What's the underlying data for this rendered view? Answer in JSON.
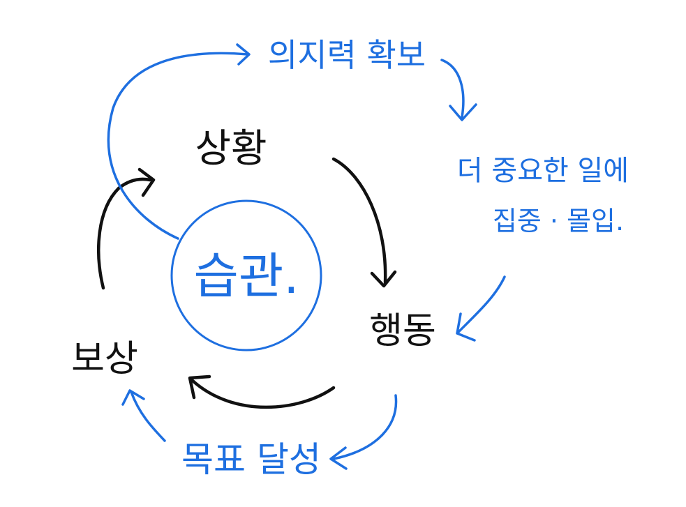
{
  "colors": {
    "ink_black": "#111111",
    "ink_blue": "#1E6FE0",
    "background": "#ffffff"
  },
  "center": {
    "label": "습관."
  },
  "cycle": {
    "situation": "상황",
    "action": "행동",
    "reward": "보상"
  },
  "side": {
    "willpower": "의지력 확보",
    "focus_line1": "더 중요한 일에",
    "focus_line2": "집중 · 몰입.",
    "goal": "목표 달성"
  }
}
